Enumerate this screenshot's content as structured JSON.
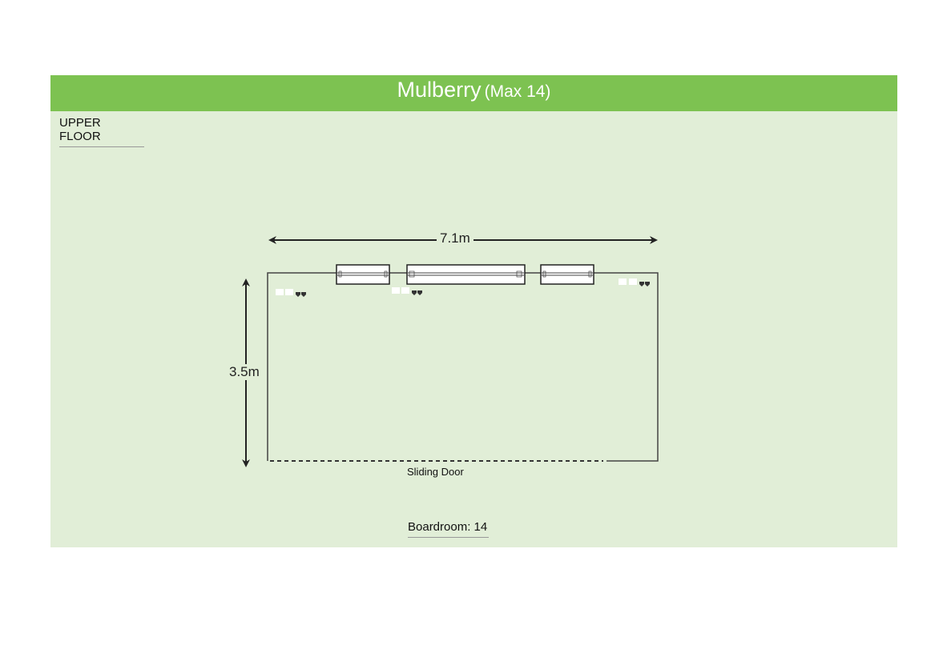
{
  "header": {
    "title": "Mulberry",
    "subtitle": "(Max 14)",
    "color": "#7dc251"
  },
  "floor_label": "UPPER FLOOR",
  "dimensions": {
    "width": "7.1m",
    "height": "3.5m"
  },
  "door_label": "Sliding Door",
  "capacity": "Boardroom: 14",
  "icons": [
    "window-icon",
    "power-socket-icon",
    "data-port-icon"
  ]
}
